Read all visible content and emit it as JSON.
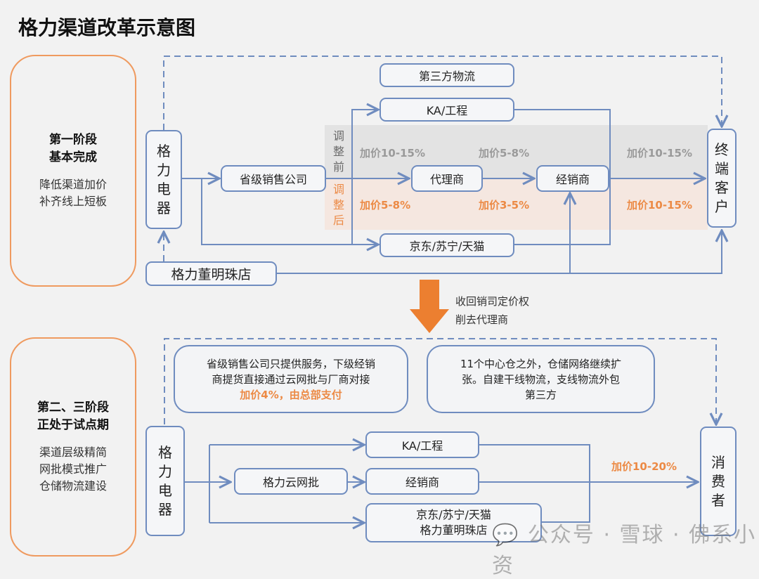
{
  "title": "格力渠道改革示意图",
  "stage1": {
    "heading_lines": [
      "第一阶段",
      "基本完成"
    ],
    "desc_lines": [
      "降低渠道加价",
      "补齐线上短板"
    ]
  },
  "stage2": {
    "heading_lines": [
      "第二、三阶段",
      "正处于试点期"
    ],
    "desc_lines": [
      "渠道层级精简",
      "网批模式推广",
      "仓储物流建设"
    ]
  },
  "top": {
    "gree_chars": [
      "格",
      "力",
      "电",
      "器"
    ],
    "third_party_logistics": "第三方物流",
    "ka": "KA/工程",
    "provincial": "省级销售公司",
    "agent": "代理商",
    "dealer": "经销商",
    "online": "京东/苏宁/天猫",
    "store": "格力董明珠店",
    "end_customer_chars": [
      "终",
      "端",
      "客",
      "户"
    ],
    "before_chars": [
      "调",
      "整",
      "前"
    ],
    "after_chars": [
      "调",
      "整",
      "后"
    ],
    "before_markups": [
      "加价10-15%",
      "加价5-8%",
      "加价10-15%"
    ],
    "after_markups": [
      "加价5-8%",
      "加价3-5%",
      "加价10-15%"
    ]
  },
  "transition": {
    "lines": [
      "收回销司定价权",
      "削去代理商"
    ]
  },
  "bottom": {
    "gree_chars": [
      "格",
      "力",
      "电",
      "器"
    ],
    "note1_lines": [
      "省级销售公司只提供服务，下级经销",
      "商提货直接通过云网批与厂商对接"
    ],
    "note1_highlight": "加价4%，由总部支付",
    "note2_lines": [
      "11个中心仓之外，仓储网络继续扩",
      "张。自建干线物流，支线物流外包",
      "第三方"
    ],
    "cloud": "格力云网批",
    "ka": "KA/工程",
    "dealer": "经销商",
    "online_lines": [
      "京东/苏宁/天猫",
      "格力董明珠店"
    ],
    "markup": "加价10-20%",
    "consumer_chars": [
      "消",
      "费",
      "者"
    ]
  },
  "watermark": "公众号 · 雪球 · 佛系小资",
  "colors": {
    "line": "#6f8cbf",
    "accent_orange": "#ec8a45",
    "muted_gray": "#9a9a9a",
    "stage_border": "#ef9a5f"
  }
}
